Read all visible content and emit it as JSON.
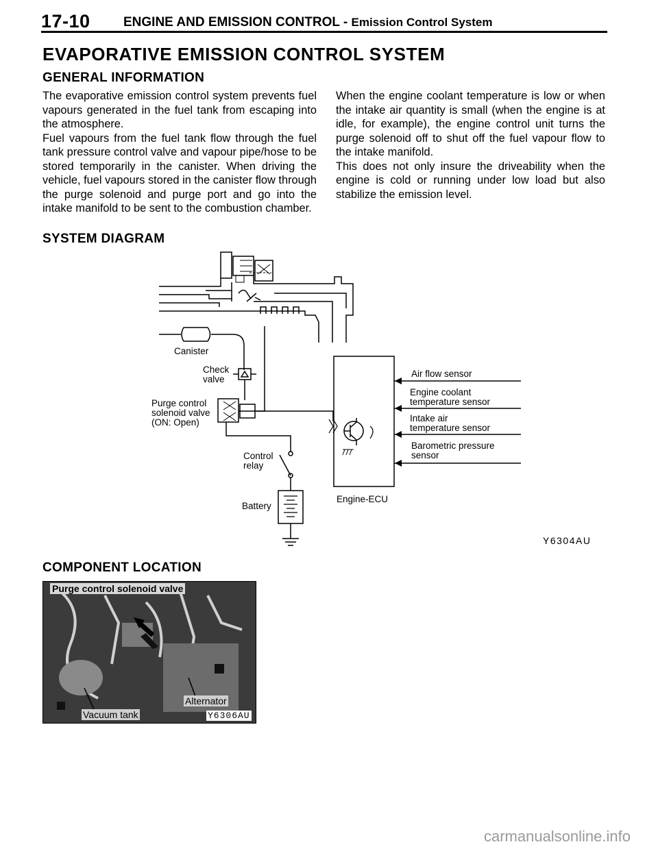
{
  "header": {
    "page_number": "17-10",
    "section": "ENGINE AND EMISSION CONTROL -",
    "subsection": "Emission Control System"
  },
  "main_title": "EVAPORATIVE EMISSION CONTROL SYSTEM",
  "general": {
    "heading": "GENERAL INFORMATION",
    "left_paragraphs": [
      "The evaporative emission control system prevents fuel vapours generated in the fuel tank from escaping into the atmosphere.",
      "Fuel vapours from the fuel tank flow through the fuel tank pressure control valve and vapour pipe/hose to be stored temporarily in the canister. When driving the vehicle, fuel vapours stored in the canister flow through the purge solenoid and purge port and go into the intake manifold to be sent to the combustion chamber."
    ],
    "right_paragraphs": [
      "When the engine coolant temperature is low or when the intake air quantity is small (when the engine is at idle, for example), the engine control unit turns the purge solenoid off to shut off the fuel vapour flow to the intake manifold.",
      "This does not only insure the driveability when the engine is cold or running under low load but also stabilize the emission level."
    ]
  },
  "diagram": {
    "heading": "SYSTEM DIAGRAM",
    "labels": {
      "canister": "Canister",
      "check_valve_1": "Check",
      "check_valve_2": "valve",
      "purge_1": "Purge control",
      "purge_2": "solenoid valve",
      "purge_3": "(ON: Open)",
      "relay_1": "Control",
      "relay_2": "relay",
      "battery": "Battery",
      "ecu": "Engine-ECU",
      "sensor_air_flow": "Air flow sensor",
      "sensor_coolant_1": "Engine coolant",
      "sensor_coolant_2": "temperature sensor",
      "sensor_intake_1": "Intake air",
      "sensor_intake_2": "temperature sensor",
      "sensor_baro_1": "Barometric  pressure",
      "sensor_baro_2": "sensor",
      "code": "Y6304AU"
    }
  },
  "component": {
    "heading": "COMPONENT LOCATION",
    "photo_labels": {
      "purge": "Purge control solenoid valve",
      "alternator": "Alternator",
      "vacuum": "Vacuum tank",
      "code": "Y6306AU"
    }
  },
  "watermark": "carmanualsonline.info"
}
